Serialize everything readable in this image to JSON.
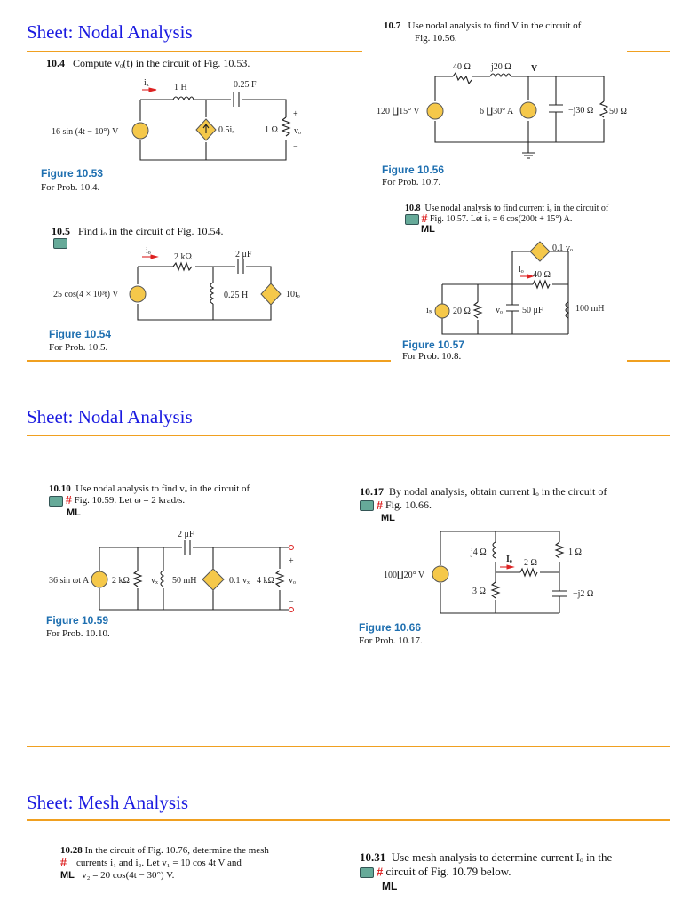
{
  "sheets": [
    {
      "title": "Sheet: Nodal Analysis"
    },
    {
      "title": "Sheet: Nodal Analysis"
    },
    {
      "title": "Sheet: Mesh Analysis"
    }
  ],
  "problems": {
    "p10_4": {
      "num": "10.4",
      "text": "Compute vₒ(t) in the circuit of Fig. 10.53."
    },
    "p10_5": {
      "num": "10.5",
      "text": "Find iₒ in the circuit of Fig. 10.54."
    },
    "p10_7": {
      "num": "10.7",
      "text1": "Use nodal analysis to find V in the circuit of",
      "text2": "Fig. 10.56."
    },
    "p10_8": {
      "num": "10.8",
      "text1": "Use nodal analysis to find current iₒ in the circuit of",
      "text2": "Fig. 10.57. Let iₛ = 6 cos(200t + 15°) A.",
      "ml": "ML"
    },
    "p10_10": {
      "num": "10.10",
      "text1": "Use nodal analysis to find vₒ in the circuit of",
      "text2": "Fig. 10.59. Let ω = 2 krad/s.",
      "ml": "ML"
    },
    "p10_17": {
      "num": "10.17",
      "text1": "By nodal analysis, obtain current Iₒ in the circuit of",
      "text2": "Fig. 10.66.",
      "ml": "ML"
    },
    "p10_28": {
      "num": "10.28",
      "text1": "In the circuit of Fig. 10.76, determine the mesh",
      "text2": "currents i₁ and i₂. Let v₁ = 10 cos 4t V and",
      "text3": "v₂ = 20 cos(4t − 30°) V.",
      "ml": "ML"
    },
    "p10_31": {
      "num": "10.31",
      "text1": "Use mesh analysis to determine current Iₒ in the",
      "text2": "circuit of Fig. 10.79 below.",
      "ml": "ML"
    }
  },
  "figures": {
    "f10_53": {
      "label": "Figure 10.53",
      "sub": "For Prob. 10.4.",
      "src": "16 sin (4t − 10°) V",
      "l": "1 H",
      "c": "0.25 F",
      "dep": "0.5iₓ",
      "r": "1 Ω",
      "ix": "iₓ",
      "vo": "vₒ",
      "plus": "+",
      "minus": "−"
    },
    "f10_54": {
      "label": "Figure 10.54",
      "sub": "For Prob. 10.5.",
      "src": "25 cos(4 × 10³t) V",
      "r": "2 kΩ",
      "c": "2 μF",
      "l": "0.25 H",
      "dep": "10iₒ",
      "io": "iₒ"
    },
    "f10_56": {
      "label": "Figure 10.56",
      "sub": "For Prob. 10.7.",
      "src": "120 ∐15° V",
      "r1": "40 Ω",
      "l": "j20 Ω",
      "v": "V",
      "is": "6 ∐30° A",
      "c": "−j30 Ω",
      "r2": "50 Ω"
    },
    "f10_57": {
      "label": "Figure 10.57",
      "sub": "For Prob. 10.8.",
      "dep": "0.1 vₒ",
      "r1": "40 Ω",
      "io": "iₒ",
      "is": "iₛ",
      "r2": "20 Ω",
      "vo": "vₒ",
      "c": "50 μF",
      "l": "100 mH"
    },
    "f10_59": {
      "label": "Figure 10.59",
      "sub": "For Prob. 10.10.",
      "src": "36 sin ωt A",
      "r1": "2 kΩ",
      "vx": "vₓ",
      "l": "50 mH",
      "c": "2 μF",
      "dep": "0.1 vₓ",
      "r2": "4 kΩ",
      "vo": "vₒ",
      "plus": "+",
      "minus": "−"
    },
    "f10_66": {
      "label": "Figure 10.66",
      "sub": "For Prob. 10.17.",
      "src": "100∐20° V",
      "l": "j4 Ω",
      "io": "Iₒ",
      "r1": "2 Ω",
      "r2": "1 Ω",
      "r3": "3 Ω",
      "c": "−j2 Ω"
    }
  },
  "colors": {
    "title": "#1a1ae0",
    "rule": "#f0a020",
    "figure_label": "#1e6fb0",
    "source": "#f5c84a",
    "arrow": "#d22222"
  }
}
